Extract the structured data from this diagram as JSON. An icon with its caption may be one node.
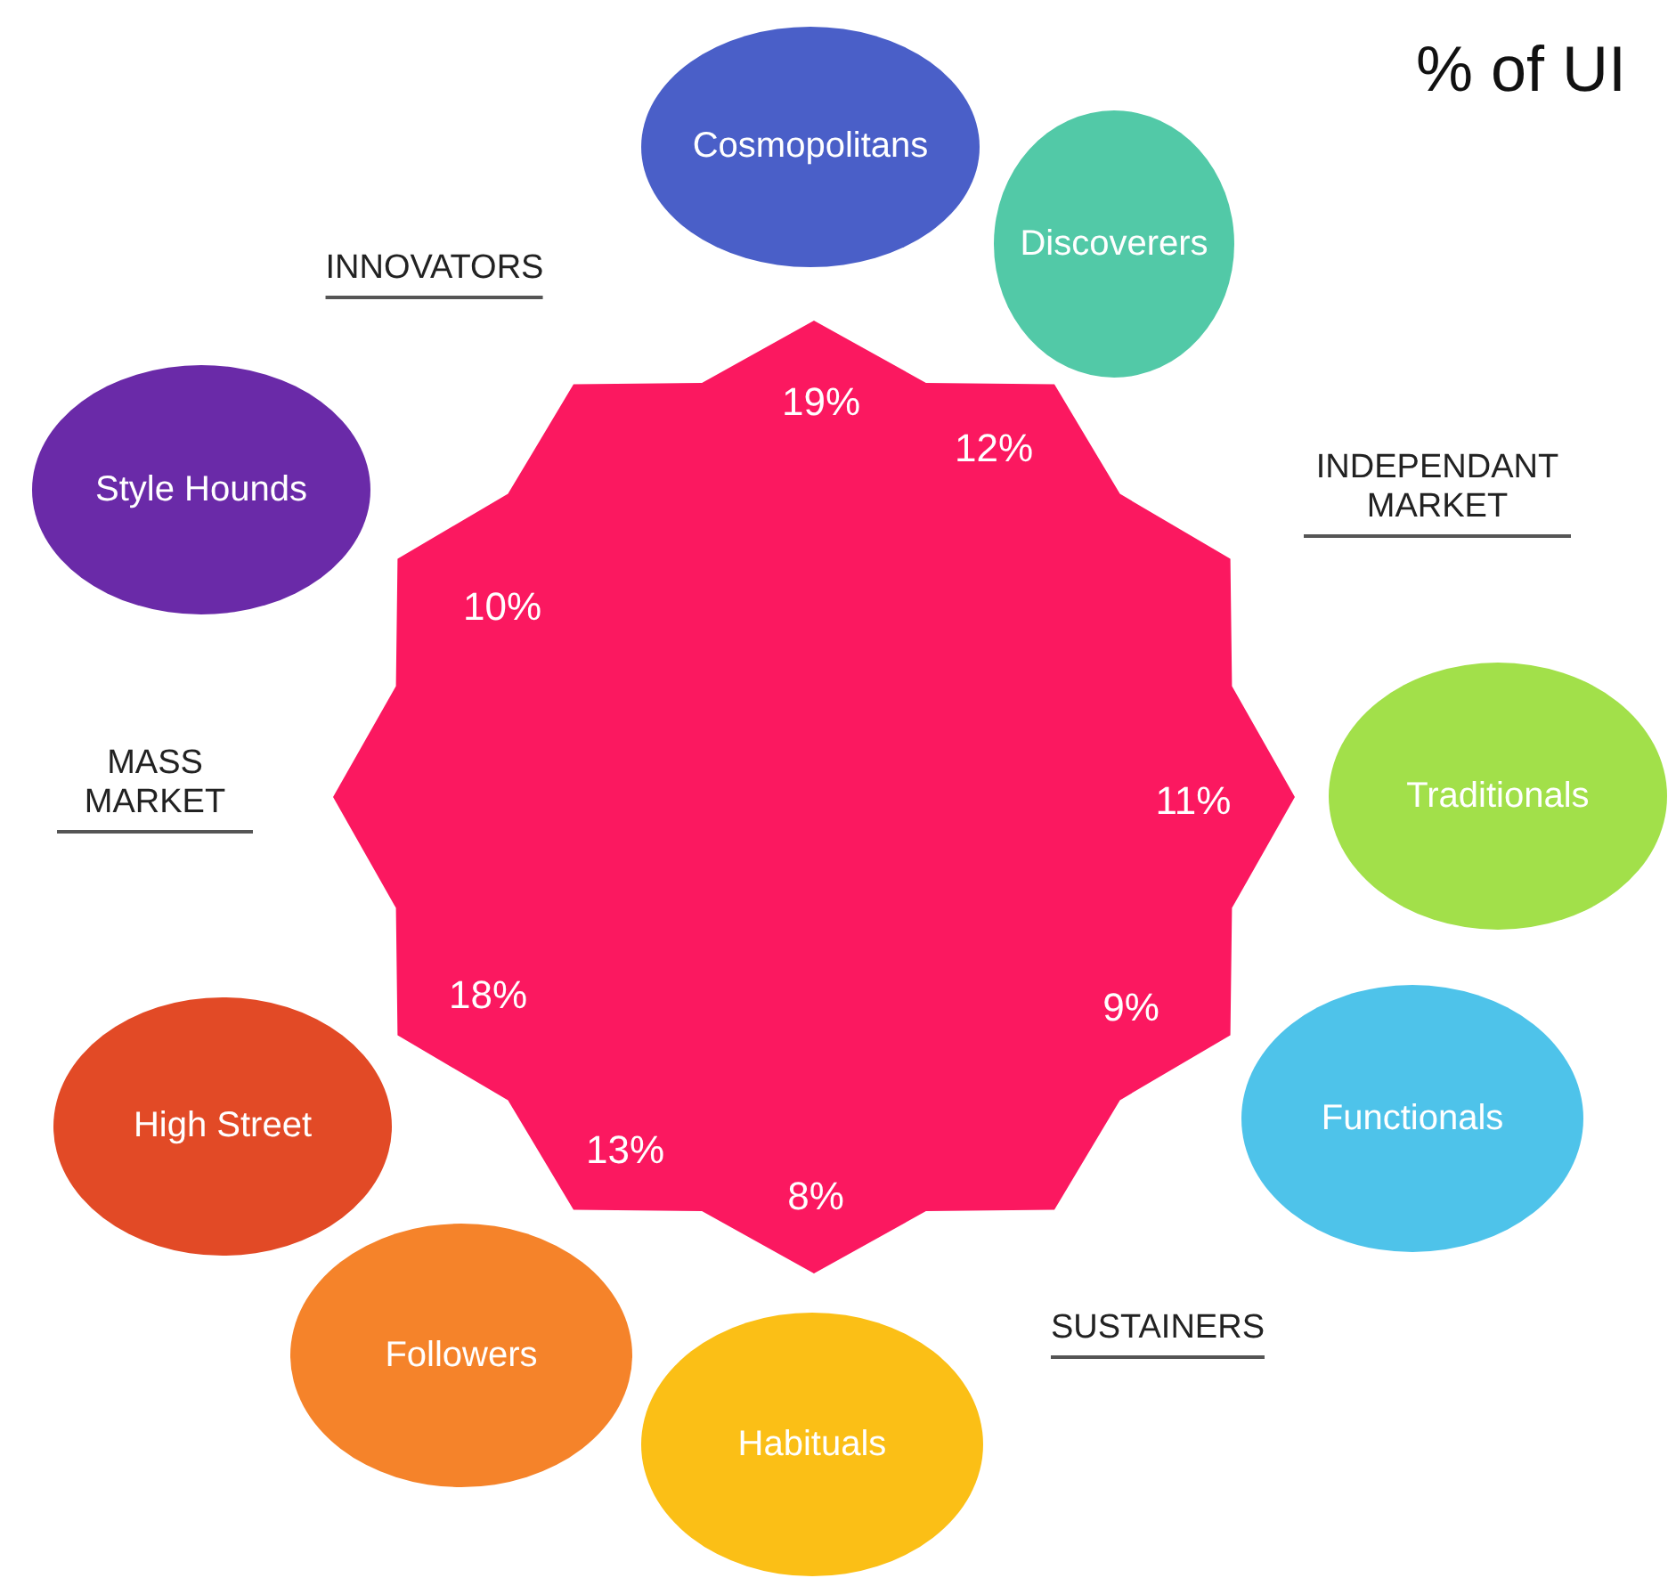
{
  "diagram": {
    "title": "% of UI",
    "nodes": [
      {
        "text": [
          "Cosmopolitans"
        ]
      },
      {
        "text": [
          "Discoverers"
        ]
      },
      {
        "text": [
          "Style Hounds"
        ]
      },
      {
        "text": [
          "19%",
          "12%",
          "10%",
          "11%",
          "18%",
          "9%",
          "13%",
          "8%"
        ]
      },
      {
        "text": [
          "Traditionals"
        ]
      },
      {
        "text": [
          "Functionals"
        ]
      },
      {
        "text": [
          "High Street"
        ]
      },
      {
        "text": [
          "Followers"
        ]
      },
      {
        "text": [
          "Habituals"
        ]
      }
    ],
    "labels": [
      "INNOVATORS",
      "INDEPENDANT MARKET",
      "MASS MARKET",
      "SUSTAINERS"
    ]
  }
}
